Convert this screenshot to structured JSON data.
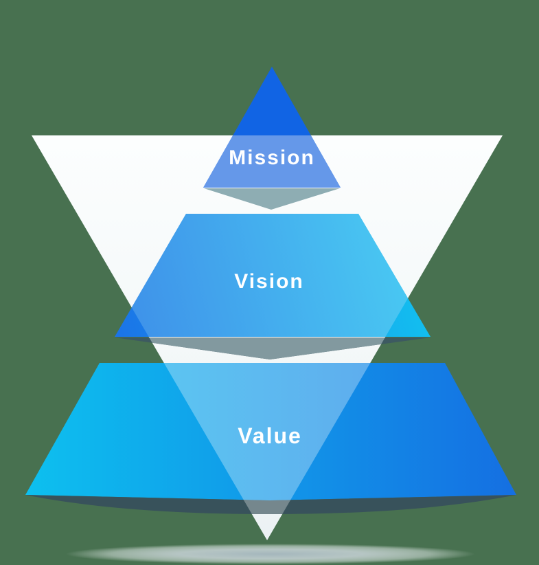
{
  "diagram": {
    "name": "mission-vision-value-pyramid",
    "levels": [
      {
        "label": "Mission"
      },
      {
        "label": "Vision"
      },
      {
        "label": "Value"
      }
    ]
  },
  "colors": {
    "background": "#487150",
    "overlay_top": "#FCFEFE",
    "overlay_bottom": "#ECF2F4",
    "mission_solid": "#1164E4",
    "mission_tint": "#6598E9",
    "mission_chevron_light": "#8EADB3",
    "vision_left": "#1B74E8",
    "vision_right": "#12C4F0",
    "vision_tint_left": "#3E8FE9",
    "vision_tint_right": "#4ACEF3",
    "vision_chevron_light": "#82999F",
    "vision_chevron_dark": "#3D5A61",
    "value_left": "#0DC0EF",
    "value_right": "#156FE2",
    "value_tint_left": "#5AD4F4",
    "value_tint_right": "#609DEB",
    "value_shadow_dark": "#38525B",
    "value_shadow_light": "#75878D",
    "ground_shadow_core": "#A9BAC2",
    "ground_shadow_mid": "#C9D4D8",
    "ground_shadow_soft": "#E5ECED",
    "ground_shadow_edge": "#F2F6F6",
    "label_color": "#FFFFFF"
  }
}
